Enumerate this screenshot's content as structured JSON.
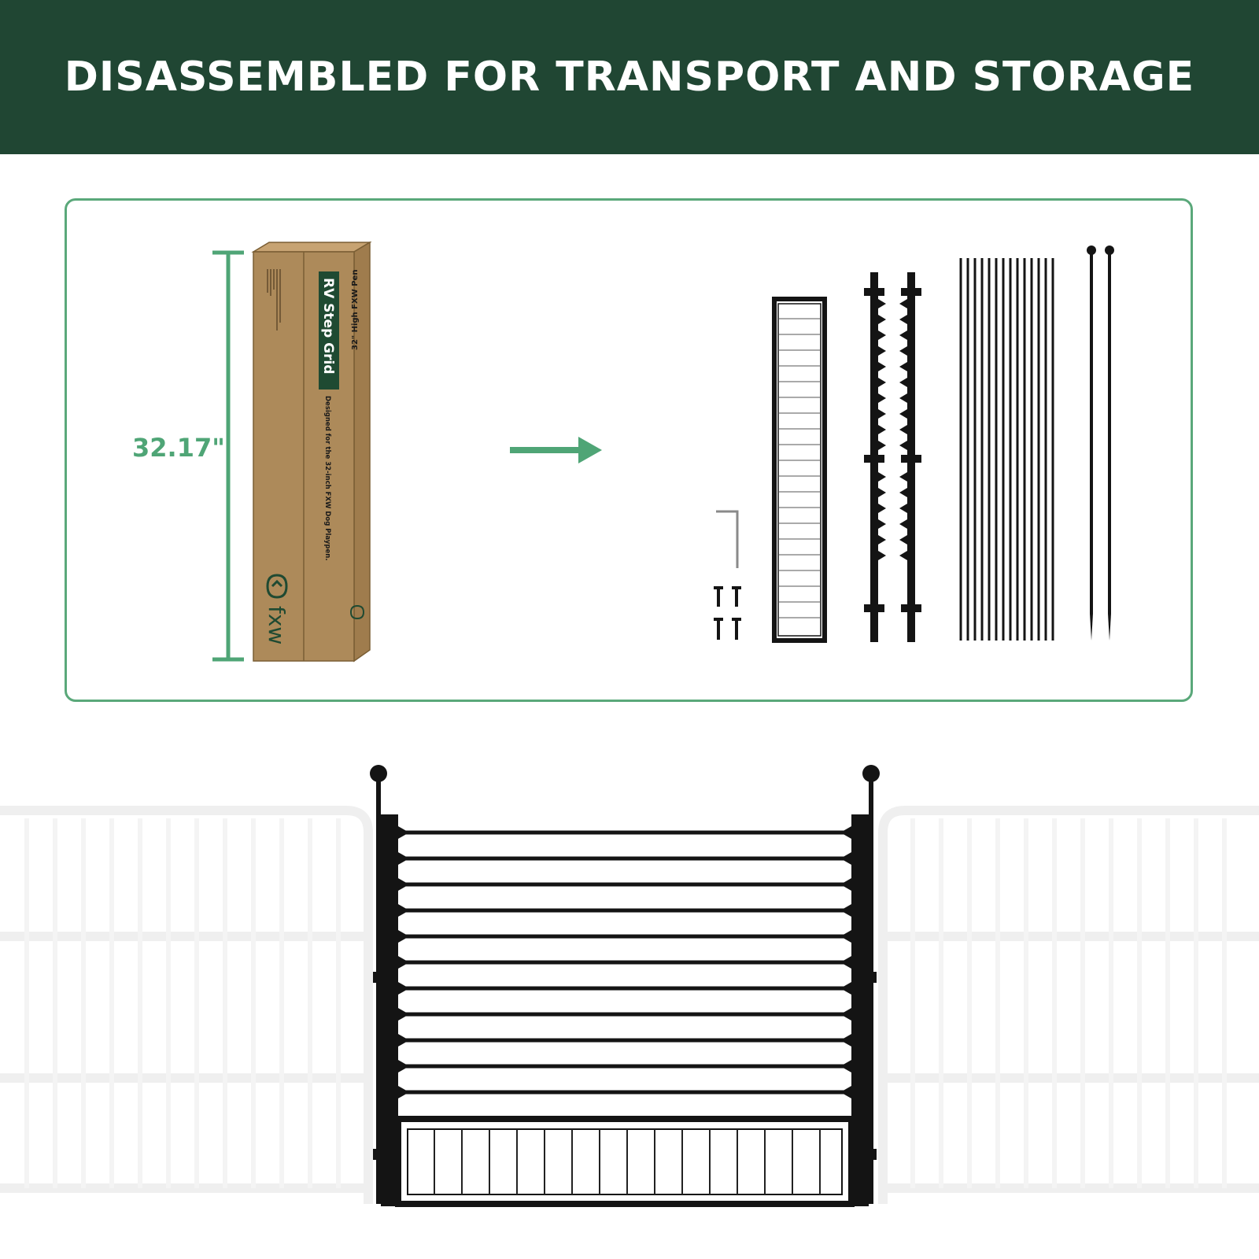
{
  "banner": {
    "title": "DISASSEMBLED FOR TRANSPORT AND STORAGE"
  },
  "dimension": {
    "label": "32.17\""
  },
  "box": {
    "product_name": "RV Step Grid",
    "tagline": "Designed for the 32-inch FXW Dog Playpen.",
    "side_text": "32\" High FXW Pen",
    "brand": "fxw"
  },
  "colors": {
    "banner": "#204633",
    "accent": "#4fa576",
    "cardboard": "#ad8a5a",
    "black": "#141414"
  }
}
